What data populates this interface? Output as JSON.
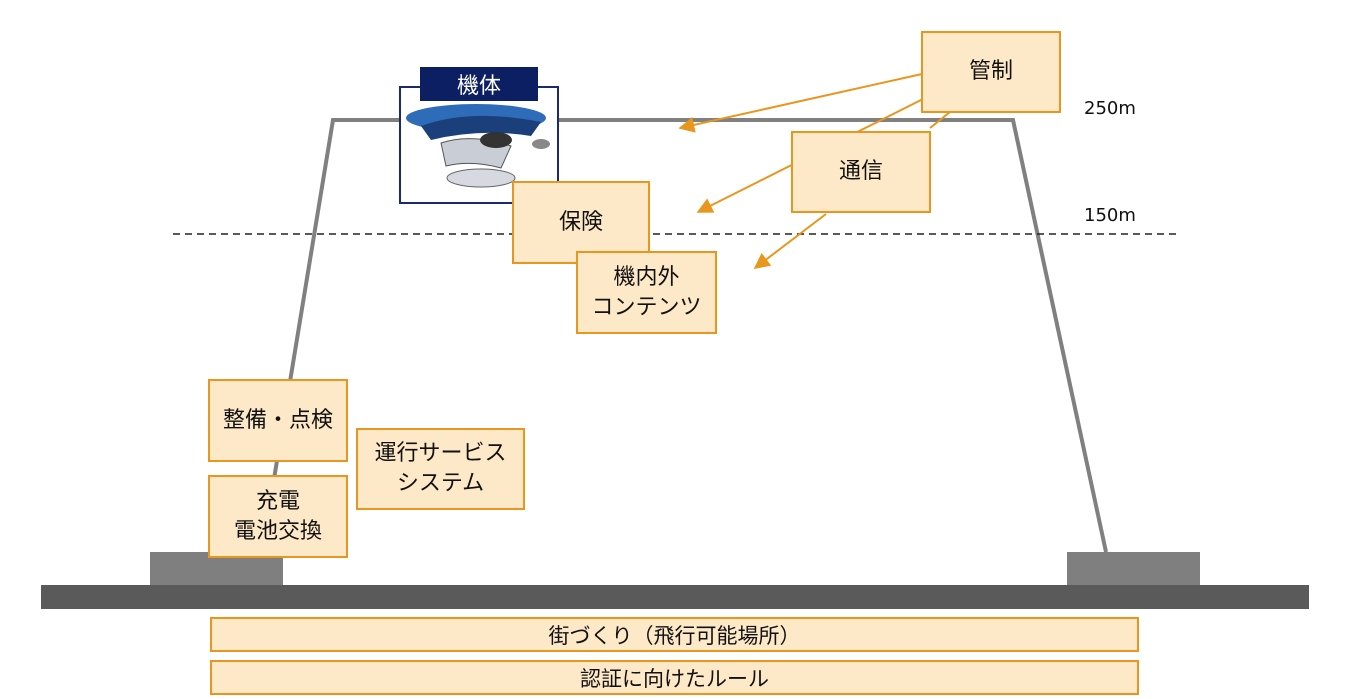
{
  "aircraft": {
    "label": "機体",
    "image_icon": "flying-car-icon"
  },
  "altitudes": {
    "upper": "250m",
    "lower": "150m"
  },
  "boxes": {
    "control": "管制",
    "communication": "通信",
    "insurance": "保険",
    "contents": "機内外\nコンテンツ",
    "maintenance": "整備・点検",
    "operation": "運行サービス\nシステム",
    "charging": "充電\n電池交換"
  },
  "bars": {
    "city": "街づくり（飛行可能場所）",
    "rules": "認証に向けたルール"
  },
  "colors": {
    "accent": "#e8961e",
    "box_fill": "#fde8c8",
    "navy": "#0c1f63",
    "ground": "#5a5a5a",
    "trapezoid": "#808080"
  }
}
